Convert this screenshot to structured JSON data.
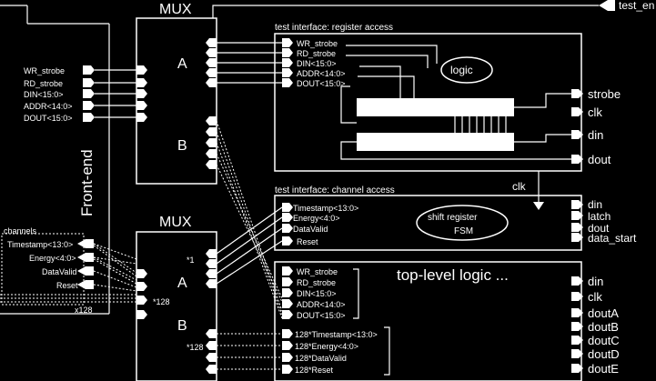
{
  "signals": {
    "test_en": "test_en",
    "mux_top": "MUX",
    "mux_bottom": "MUX",
    "port_a": "A",
    "port_b": "B",
    "front_end": "Front-end",
    "star_one": "*1",
    "star_128": "*128",
    "x128": "x128"
  },
  "front_end_bus": [
    "WR_strobe",
    "RD_strobe",
    "DIN<15:0>",
    "ADDR<14:0>",
    "DOUT<15:0>"
  ],
  "channels": {
    "title": "channels",
    "items": [
      "Timestamp<13:0>",
      "Energy<4:0>",
      "DataValid",
      "Reset"
    ]
  },
  "register_access": {
    "title": "test interface: register access",
    "inputs": [
      "WR_strobe",
      "RD_strobe",
      "DIN<15:0>",
      "ADDR<14:0>",
      "DOUT<15:0>"
    ],
    "logic": "logic",
    "outputs": [
      "strobe",
      "clk",
      "din",
      "dout"
    ]
  },
  "clk_label": "clk",
  "channel_access": {
    "title": "test interface: channel access",
    "inputs": [
      "Timestamp<13:0>",
      "Energy<4:0>",
      "DataValid",
      "Reset"
    ],
    "shift_register": "shift register",
    "fsm": "FSM",
    "outputs": [
      "din",
      "latch",
      "dout",
      "data_start"
    ]
  },
  "top_level": {
    "title": "top-level logic ...",
    "inputs": [
      "WR_strobe",
      "RD_strobe",
      "DIN<15:0>",
      "ADDR<14:0>",
      "DOUT<15:0>"
    ],
    "channel_inputs": [
      "128*Timestamp<13:0>",
      "128*Energy<4:0>",
      "128*DataValid",
      "128*Reset"
    ],
    "outputs": [
      "din",
      "clk",
      "doutA",
      "doutB",
      "doutC",
      "doutD",
      "doutE"
    ]
  }
}
